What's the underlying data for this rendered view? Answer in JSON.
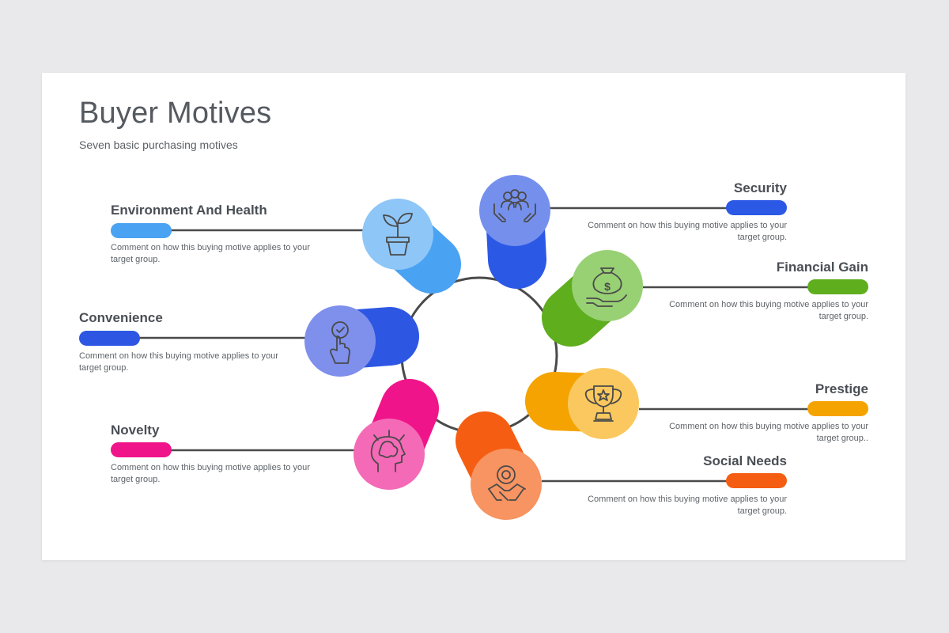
{
  "title": "Buyer Motives",
  "subtitle": "Seven basic purchasing  motives",
  "motives": [
    {
      "label": "Security",
      "comment": "Comment on how this buying motive applies to your target group.",
      "color": "#2c58e6",
      "light": "#7590ec",
      "icon": "people-hands-icon"
    },
    {
      "label": "Financial Gain",
      "comment": "Comment on how this buying motive applies to your target group.",
      "color": "#5fae1e",
      "light": "#98d074",
      "icon": "money-bag-hand-icon"
    },
    {
      "label": "Prestige",
      "comment": "Comment on how this buying motive applies to your target group..",
      "color": "#f5a300",
      "light": "#fac85e",
      "icon": "trophy-star-icon"
    },
    {
      "label": "Social Needs",
      "comment": "Comment on how this buying motive applies to your target group.",
      "color": "#f55e12",
      "light": "#f79462",
      "icon": "handshake-gear-icon"
    },
    {
      "label": "Novelty",
      "comment": "Comment on how this buying motive applies to your target group.",
      "color": "#f0148a",
      "light": "#f46ab7",
      "icon": "brain-head-icon"
    },
    {
      "label": "Convenience",
      "comment": "Comment on how this buying motive applies to your target group.",
      "color": "#2d57e3",
      "light": "#7e8fec",
      "icon": "touch-hand-icon"
    },
    {
      "label": "Environment And Health",
      "comment": "Comment on how this buying motive applies to your target group.",
      "color": "#4aa2f3",
      "light": "#8ec6f7",
      "icon": "plant-pot-icon"
    }
  ]
}
